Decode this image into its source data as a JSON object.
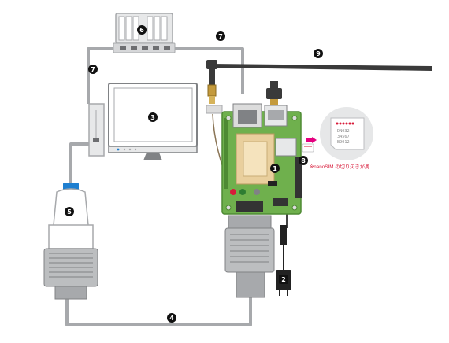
{
  "callouts": {
    "n1": "1",
    "n2": "2",
    "n3": "3",
    "n4": "4",
    "n5": "5",
    "n6": "6",
    "n7a": "7",
    "n7b": "7",
    "n8": "8",
    "n9": "9"
  },
  "sim_card": {
    "line1": "DN032",
    "line2": "34567",
    "line3": "B9012",
    "note": "※nanoSIM の切り欠きが奥"
  },
  "colors": {
    "cable_gray": "#a7a9ac",
    "pcb_green": "#6fb04d",
    "accent_red": "#d81b3a",
    "pointer_pink": "#e4007f",
    "badge_black": "#111111",
    "usb_blue": "#1f7fd0"
  }
}
